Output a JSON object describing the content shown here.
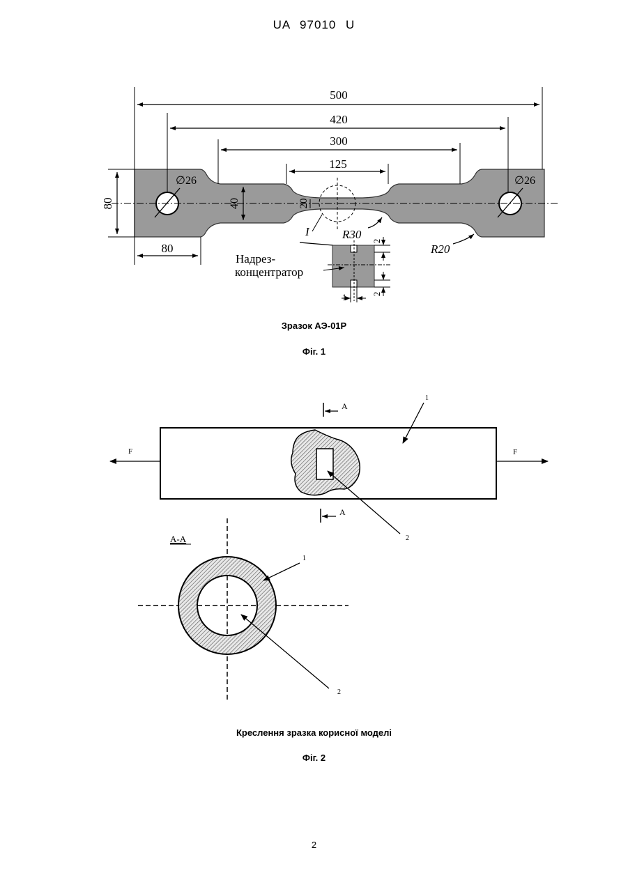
{
  "header": {
    "patent_number": "UA   97010   U"
  },
  "figure1": {
    "dimensions": {
      "total_length": "500",
      "hole_spacing": "420",
      "gauge_length": "300",
      "neck_length": "125",
      "grip_width": "80",
      "gauge_width": "40",
      "neck_width": "20",
      "grip_length": "80",
      "hole_diameter_left": "∅26",
      "hole_diameter_right": "∅26",
      "radius_neck": "R30",
      "radius_shoulder": "R20",
      "detail_marker": "I",
      "notch_dim_top": "2",
      "notch_dim_bottom": "2",
      "notch_dim_side": "1"
    },
    "notch_label_line1": "Надрез-",
    "notch_label_line2": "концентратор",
    "caption": "Зразок АЭ-01Р",
    "fig_label": "Фіг. 1"
  },
  "figure2": {
    "force_left": "F",
    "force_right": "F",
    "section_mark_top": "A",
    "section_mark_bottom": "A",
    "callout_1_top": "1",
    "callout_2_top": "2",
    "section_title": "А-А",
    "callout_1_section": "1",
    "callout_2_section": "2",
    "caption": "Креслення зразка корисної моделі",
    "fig_label": "Фіг. 2"
  },
  "page_number": "2"
}
